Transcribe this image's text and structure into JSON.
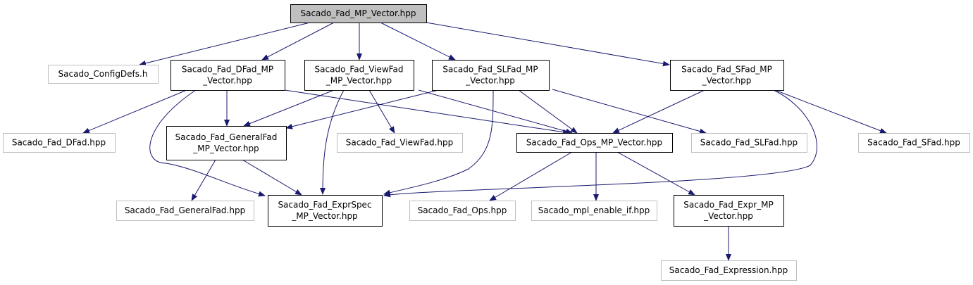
{
  "graph": {
    "colors": {
      "edge": "#191970",
      "root_fill": "#bfbfbf",
      "doc_border": "#000000",
      "external_border": "#bfbfbf",
      "text": "#000000"
    },
    "nodes": [
      {
        "id": "root",
        "kind": "root",
        "lines": [
          "Sacado_Fad_MP_Vector.hpp"
        ]
      },
      {
        "id": "configdefs",
        "kind": "external",
        "lines": [
          "Sacado_ConfigDefs.h"
        ]
      },
      {
        "id": "dfad_mp",
        "kind": "documented",
        "lines": [
          "Sacado_Fad_DFad_MP",
          "_Vector.hpp"
        ]
      },
      {
        "id": "viewfad_mp",
        "kind": "documented",
        "lines": [
          "Sacado_Fad_ViewFad",
          "_MP_Vector.hpp"
        ]
      },
      {
        "id": "slfad_mp",
        "kind": "documented",
        "lines": [
          "Sacado_Fad_SLFad_MP",
          "_Vector.hpp"
        ]
      },
      {
        "id": "sfad_mp",
        "kind": "documented",
        "lines": [
          "Sacado_Fad_SFad_MP",
          "_Vector.hpp"
        ]
      },
      {
        "id": "dfad",
        "kind": "external",
        "lines": [
          "Sacado_Fad_DFad.hpp"
        ]
      },
      {
        "id": "generalfad_mp",
        "kind": "documented",
        "lines": [
          "Sacado_Fad_GeneralFad",
          "_MP_Vector.hpp"
        ]
      },
      {
        "id": "viewfad",
        "kind": "external",
        "lines": [
          "Sacado_Fad_ViewFad.hpp"
        ]
      },
      {
        "id": "ops_mp",
        "kind": "documented",
        "lines": [
          "Sacado_Fad_Ops_MP_Vector.hpp"
        ]
      },
      {
        "id": "slfad",
        "kind": "external",
        "lines": [
          "Sacado_Fad_SLFad.hpp"
        ]
      },
      {
        "id": "sfad",
        "kind": "external",
        "lines": [
          "Sacado_Fad_SFad.hpp"
        ]
      },
      {
        "id": "generalfad",
        "kind": "external",
        "lines": [
          "Sacado_Fad_GeneralFad.hpp"
        ]
      },
      {
        "id": "exprspec_mp",
        "kind": "documented",
        "lines": [
          "Sacado_Fad_ExprSpec",
          "_MP_Vector.hpp"
        ]
      },
      {
        "id": "ops",
        "kind": "external",
        "lines": [
          "Sacado_Fad_Ops.hpp"
        ]
      },
      {
        "id": "enable_if",
        "kind": "external",
        "lines": [
          "Sacado_mpl_enable_if.hpp"
        ]
      },
      {
        "id": "expr_mp",
        "kind": "documented",
        "lines": [
          "Sacado_Fad_Expr_MP",
          "_Vector.hpp"
        ]
      },
      {
        "id": "expression",
        "kind": "external",
        "lines": [
          "Sacado_Fad_Expression.hpp"
        ]
      }
    ],
    "edges": [
      [
        "root",
        "configdefs"
      ],
      [
        "root",
        "dfad_mp"
      ],
      [
        "root",
        "viewfad_mp"
      ],
      [
        "root",
        "slfad_mp"
      ],
      [
        "root",
        "sfad_mp"
      ],
      [
        "dfad_mp",
        "dfad"
      ],
      [
        "dfad_mp",
        "generalfad_mp"
      ],
      [
        "dfad_mp",
        "exprspec_mp"
      ],
      [
        "dfad_mp",
        "ops_mp"
      ],
      [
        "viewfad_mp",
        "generalfad_mp"
      ],
      [
        "viewfad_mp",
        "exprspec_mp"
      ],
      [
        "viewfad_mp",
        "viewfad"
      ],
      [
        "viewfad_mp",
        "ops_mp"
      ],
      [
        "slfad_mp",
        "generalfad_mp"
      ],
      [
        "slfad_mp",
        "exprspec_mp"
      ],
      [
        "slfad_mp",
        "ops_mp"
      ],
      [
        "slfad_mp",
        "slfad"
      ],
      [
        "sfad_mp",
        "ops_mp"
      ],
      [
        "sfad_mp",
        "exprspec_mp"
      ],
      [
        "sfad_mp",
        "sfad"
      ],
      [
        "generalfad_mp",
        "generalfad"
      ],
      [
        "generalfad_mp",
        "exprspec_mp"
      ],
      [
        "ops_mp",
        "ops"
      ],
      [
        "ops_mp",
        "enable_if"
      ],
      [
        "ops_mp",
        "expr_mp"
      ],
      [
        "expr_mp",
        "expression"
      ]
    ]
  }
}
